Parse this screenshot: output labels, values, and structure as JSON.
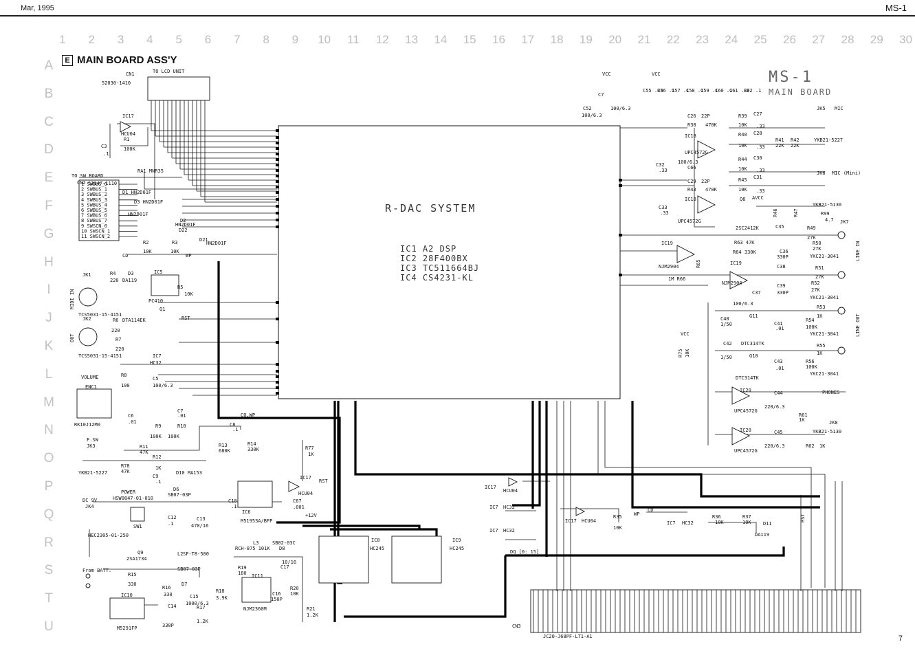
{
  "header": {
    "date": "Mar, 1995",
    "model": "MS-1",
    "page": "7"
  },
  "grid": {
    "columns": [
      "1",
      "2",
      "3",
      "4",
      "5",
      "6",
      "7",
      "8",
      "9",
      "10",
      "11",
      "12",
      "13",
      "14",
      "15",
      "16",
      "17",
      "18",
      "19",
      "20",
      "21",
      "22",
      "23",
      "24",
      "25",
      "26",
      "27",
      "28",
      "29",
      "30"
    ],
    "rows": [
      "A",
      "B",
      "C",
      "D",
      "E",
      "F",
      "G",
      "H",
      "I",
      "J",
      "K",
      "L",
      "M",
      "N",
      "O",
      "P",
      "Q",
      "R",
      "S",
      "T",
      "U"
    ]
  },
  "section": {
    "letter": "E",
    "title": "MAIN BOARD ASS'Y"
  },
  "board": {
    "name": "MS-1",
    "subtitle": "MAIN BOARD"
  },
  "system_block": {
    "title": "R-DAC SYSTEM",
    "ics": [
      "IC1  A2 DSP",
      "IC2  28F400BX",
      "IC3  TC511664BJ",
      "IC4  CS4231-KL"
    ]
  },
  "connectors": {
    "cn1": {
      "ref": "CN1",
      "part": "52030-1410",
      "dest": "TO LCD UNIT"
    },
    "cn2": {
      "ref": "CN2",
      "part": "52147-1110",
      "dest": "TO SW BOARD",
      "pins": [
        "1 SWBUS_0",
        "2 SWBUS_1",
        "3 SWBUS_2",
        "4 SWBUS_3",
        "5 SWBUS_4",
        "6 SWBUS_5",
        "7 SWBUS_6",
        "8 SWBUS_7",
        "9 SWSCN_0",
        "10 SWSCN_1",
        "11 SWSCN_2"
      ]
    },
    "cn3": {
      "ref": "CN3",
      "part": "JC20-J68PF-LT1-A1"
    }
  },
  "left_labels": {
    "ic17a": "IC17",
    "hcu04": "HCU04",
    "r1": "R1",
    "r1v": "100K",
    "c3": "C3",
    "c3v": ".1",
    "ra1": "RA1 MNR35",
    "d1": "D1 HN2D01F",
    "d2": "D2",
    "d3": "D3 HN2D01F",
    "d22": "D22",
    "d21": "D21",
    "hn2d01f": "HN2D01F",
    "r2": "R2",
    "r2v": "10K",
    "r3": "R3",
    "r3v": "10K",
    "cd": "CD",
    "wp": "WP",
    "jk1": "JK1",
    "midi_in": "MIDI IN",
    "midi_out": "OUT",
    "r4": "R4",
    "r4v": "220",
    "d3b": "D3",
    "da119": "DA119",
    "ic5": "IC5",
    "pc410": "PC410",
    "r5": "R5",
    "r5v": "10K",
    "tcs1": "TCS5031-15-4151",
    "jk2": "JK2",
    "r6": "R6",
    "r6v": "220",
    "q1": "Q1",
    "dta114ek": "DTA114EK",
    "rst": "RST",
    "r7": "R7",
    "r7v": "220",
    "ic7": "IC7",
    "hc32": "HC32",
    "tcs2": "TCS5031-15-4151",
    "volume": "VOLUME",
    "enc1": "ENC1",
    "rk": "RK10J12M0",
    "r8": "R8",
    "r8v": "100",
    "c5": "C5",
    "c5v": "100/6.3",
    "c6": "C6",
    "c6v": ".01",
    "c7": "C7",
    "c7v": ".01",
    "r9": "R9",
    "r9v": "100K",
    "r10": "R10",
    "r10v": "100K",
    "fsw": "F.SW",
    "jk3": "JK3",
    "r11": "R11",
    "r11v": "47K",
    "r12": "R12",
    "r12v": "1K",
    "r78": "R78",
    "r78v": "47K",
    "ykb": "YKB21-5227",
    "c9": "C9",
    "c9v": ".1",
    "d10": "D10 MA153",
    "power": "POWER",
    "hsw": "HSW0847-01-010",
    "d6": "D6",
    "sb07": "SB07-03P",
    "dc9v": "DC 9V",
    "jk4": "JK4",
    "sw1": "SW1",
    "c12": "C12",
    "c12v": ".1",
    "c13": "C13",
    "c13v": "470/16",
    "hec": "HEC2305-01-250",
    "q9": "Q9",
    "q9v": "2SA1734",
    "from_batt": "From BATT.",
    "r15": "R15",
    "r15v": "330",
    "l2": "L2",
    "sftb": "SF-T8-500",
    "sb07b": "SB07-03P",
    "d7": "D7",
    "r16": "R16",
    "r16v": "330",
    "c15": "C15",
    "c15v": "1000/6.3",
    "r18": "R18",
    "r18v": "3.9K",
    "ic10": "IC10",
    "c14": "C14",
    "c14v": "330P",
    "r17": "R17",
    "r17v": "1.2K",
    "m5291": "M5291FP",
    "r13": "R13",
    "r13v": "680K",
    "c8": "C8",
    "c8v": ".1",
    "r14": "R14",
    "r14v": "330K",
    "ic6": "IC6",
    "m51953": "M51953A/BFP",
    "c10": "C10",
    "c10v": ".1",
    "c67": "C67",
    "c67v": ".001",
    "r77": "R77",
    "r77v": "1K",
    "ic17b": "IC17",
    "hcu04b": "HCU04",
    "plus12v": "+12V",
    "l3": "L3",
    "rch": "RCH-875 101K",
    "d8": "D8",
    "sb02": "SB02-03C",
    "r19": "R19",
    "r19v": "180",
    "ic11": "IC11",
    "c17": "C17",
    "c16": "C16",
    "c16v": "150P",
    "c1610": "10/16",
    "r20": "R20",
    "r20v": "10K",
    "r21": "R21",
    "r21v": "1.2K",
    "njm2360": "NJM2360M",
    "co_wp": "CO,WP"
  },
  "right_labels": {
    "vcc": "VCC",
    "c7r": "C7",
    "c52": "C52",
    "c52v": "100/6.3",
    "c52b": "100/6.3",
    "caps": [
      "C55 .33",
      "C56 .1",
      "C57 .1",
      "C58 .1",
      "C59 .1",
      "C60 .1",
      "C61 .33",
      "C62 .1"
    ],
    "c26": "C26",
    "c26v": "22P",
    "r38": "R38",
    "r38v": "470K",
    "r39": "R39",
    "r39v": "10K",
    "c27": "C27",
    "c27v": ".33",
    "ic18a": "IC18",
    "upc1": "UPC4572G",
    "r40": "R40",
    "r40v": "10K",
    "c28": "C28",
    "c28v": ".33",
    "r41": "R41",
    "r41v": "22K",
    "r42": "R42",
    "r42v": "22K",
    "jk5": "JK5",
    "mic": "MIC",
    "ykb5227": "YKB21-5227",
    "c32": "C32",
    "c32v": ".33",
    "c66": "C66",
    "c66v": "100/6.3",
    "r44": "R44",
    "r44v": "10K",
    "c30": "C30",
    "c30v": ".33",
    "c29": "C29",
    "c29v": "22P",
    "r43": "R43",
    "r43v": "470K",
    "r45": "R45",
    "r45v": "10K",
    "c31": "C31",
    "c31v": ".33",
    "jk6": "JK6",
    "mic_mini": "MIC (Mini)",
    "avcc": "AVCC",
    "q8": "Q8",
    "c33": "C33",
    "c33v": ".33",
    "ic18b": "IC18",
    "upc2": "UPC4572G",
    "r46": "R46",
    "r47": "R47",
    "ykb5130": "YKB21-5130",
    "r99": "R99",
    "r99v": "4.7",
    "q8p": "2SC2412K",
    "c35": "C35",
    "r49": "R49",
    "r49v": "27K",
    "jk7a": "JK7",
    "c36": "C36",
    "c36v": "330P",
    "r50": "R50",
    "r50v": "27K",
    "ic19a": "IC19",
    "njm2904a": "NJM2904",
    "r63": "R63 47K",
    "r64": "R64 330K",
    "r65": "R65",
    "r66": "1M R66",
    "ic19b": "IC19",
    "njm2904b": "NJM2904",
    "line_in": "LINE IN",
    "c38": "C38",
    "r51": "R51",
    "r51v": "27K",
    "c39": "C39",
    "c39v": "330P",
    "r52": "R52",
    "r52v": "27K",
    "ykc1": "YKC21-3041",
    "c37": "C37",
    "c37v": "100/6.3",
    "ykc2": "YKC21-3041",
    "c40": "C40",
    "c40v": "1/50",
    "g11": "G11",
    "c41": "C41",
    "c41v": ".01",
    "r53": "R53",
    "r53v": "1K",
    "r54": "R54",
    "r54v": "100K",
    "dtc1": "DTC314TK",
    "ykc3": "YKC21-3041",
    "line_out": "LINE OUT",
    "r75": "R75",
    "r75v": "10K",
    "c42": "C42",
    "c42v": "1/50",
    "g10": "G10",
    "c43": "C43",
    "c43v": ".01",
    "r55": "R55",
    "r55v": "1K",
    "r56": "R56",
    "r56v": "100K",
    "dtc2": "DTC314TK",
    "ykc4": "YKC21-3041",
    "ic20a": "IC20",
    "upc3": "UPC4572G",
    "c44": "C44",
    "c44v": "220/6.3",
    "phones": "PHONES",
    "r61": "R61",
    "r61v": "1K",
    "jk8": "JK8",
    "ic20b": "IC20",
    "upc4": "UPC4572G",
    "c45": "C45",
    "c45v": "220/6.3",
    "r62": "R62",
    "r62v": "1K",
    "ykb5130b": "YKB21-5130",
    "ic17c": "IC17",
    "hcu04c": "HCU04",
    "ic7a": "IC7",
    "hc32a": "HC32",
    "ic7b": "IC7",
    "hc32b": "HC32",
    "dq": "DQ [0: 15]",
    "ic17d": "IC17",
    "hcu04d": "HCU04",
    "r35": "R35",
    "r35v": "10K",
    "wp2": "WP",
    "cd2": "CD",
    "ic7c": "IC7",
    "hc32c": "HC32",
    "r36": "R36",
    "r36v": "10K",
    "r37": "R37",
    "r37v": "10K",
    "d11": "D11",
    "da119b": "DA119",
    "rst2": "RST",
    "ic8": "IC8",
    "hc245a": "HC245",
    "ic9": "IC9",
    "hc245b": "HC245"
  }
}
